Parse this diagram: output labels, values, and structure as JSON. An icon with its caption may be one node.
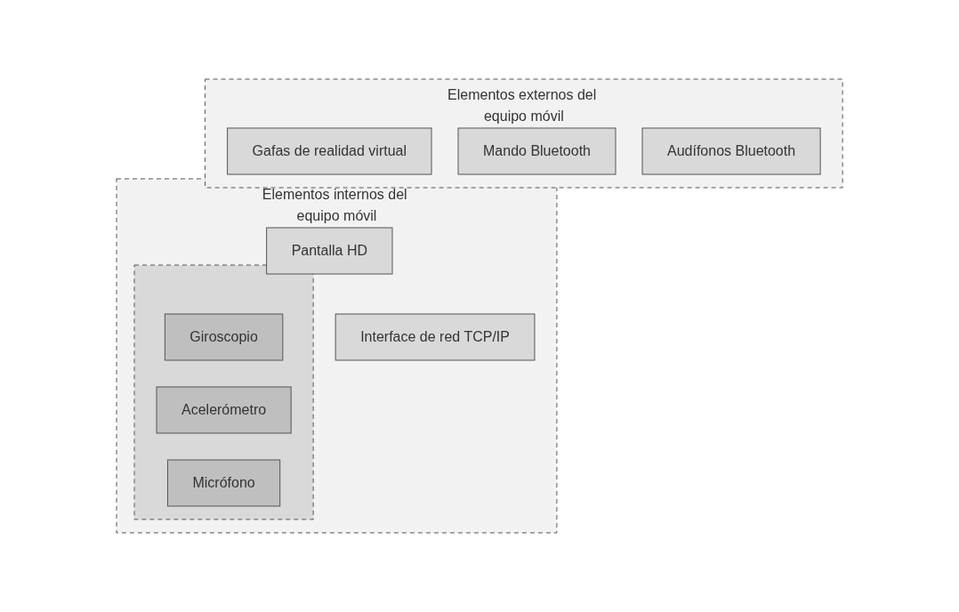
{
  "diagram": {
    "nodes": [
      {
        "text": [
          "Elementos externos del equipo móvil"
        ]
      },
      {
        "text": [
          "Gafas de realidad virtual"
        ],
        "in": 0
      },
      {
        "text": [
          "Mando Bluetooth"
        ],
        "in": 0
      },
      {
        "text": [
          "Audífonos Bluetooth"
        ],
        "in": 0
      },
      {
        "text": [
          "Elementos internos del equipo móvil"
        ]
      },
      {
        "text": [
          "Pantalla HD"
        ],
        "in": 4
      },
      {
        "text": [],
        "shape": "box",
        "in": 4
      },
      {
        "text": [
          "Giroscopio"
        ],
        "in": 6
      },
      {
        "text": [
          "Acelerómetro"
        ],
        "in": 6
      },
      {
        "text": [
          "Micrófono"
        ],
        "in": 6
      },
      {
        "text": [
          "Interface de red TCP/IP"
        ],
        "in": 4
      }
    ]
  }
}
